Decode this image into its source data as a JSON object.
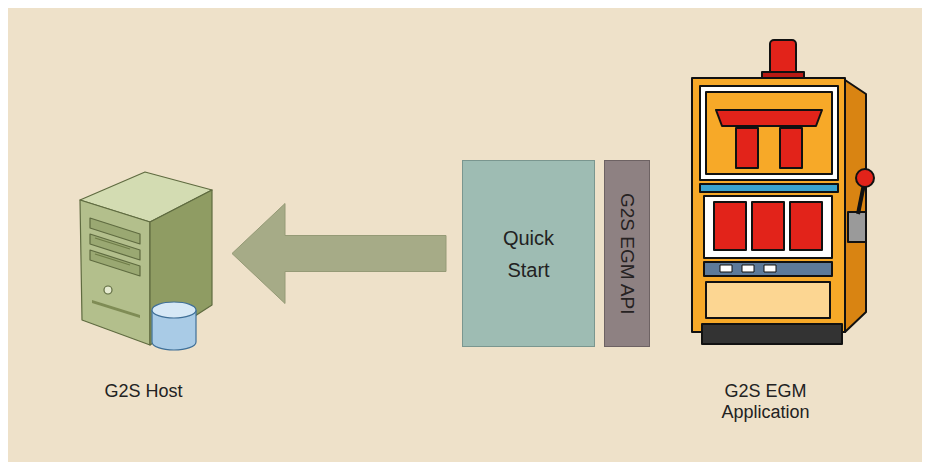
{
  "diagram": {
    "nodes": [
      {
        "text": [
          "G2S Host"
        ]
      },
      {
        "text": [
          "Quick Start"
        ]
      },
      {
        "text": [
          "G2S EGM API"
        ]
      },
      {
        "text": [
          "G2S EGM Application"
        ]
      }
    ],
    "edges": [
      {
        "from": 1,
        "to": 0,
        "arrow": "to"
      }
    ]
  }
}
